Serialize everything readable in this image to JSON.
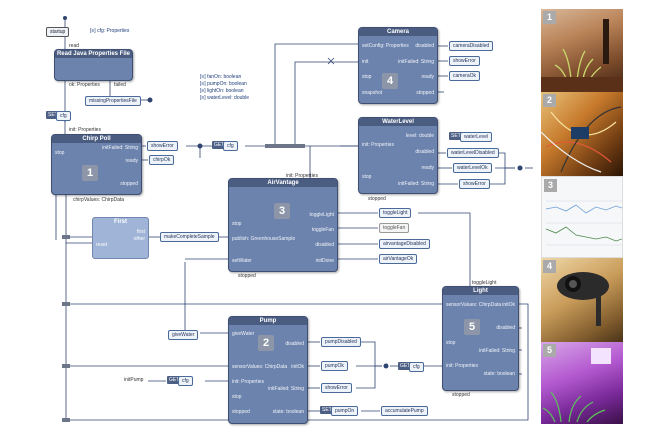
{
  "top": {
    "startup": "startup",
    "cfg_properties": "[≡] cfg: Properties",
    "read": "read",
    "read_file_block": "Read Java Properties File",
    "ok_properties": "ok: Properties",
    "failed": "failed",
    "missing_properties": "missingPropertiesFile",
    "set": "SET",
    "cfg": "cfg",
    "init_properties": "init: Properties"
  },
  "vars": [
    "[≡] fanOn: boolean",
    "[≡] pumpOn: boolean",
    "[≡] lightOn: boolean",
    "[≡] waterLevel: double"
  ],
  "chirp": {
    "title": "Chirp Poll",
    "num": "1",
    "stop": "stop",
    "init_failed": "initFailed: String",
    "ready": "ready",
    "stopped": "stopped",
    "chirp_values": "chirpValues: ChirpData",
    "show_error": "showError",
    "chirp_ok": "chirpOk",
    "get": "GET",
    "cfg": "cfg",
    "init_properties": "init: Properties"
  },
  "first": {
    "title": "First",
    "first": "first",
    "other": "other",
    "reset": "reset",
    "make_complete": "makeCompleteSample"
  },
  "camera": {
    "title": "Camera",
    "num": "4",
    "set_config": "setConfig: Properties",
    "init": "init",
    "stop": "stop",
    "snapshot": "snapshot",
    "disabled": "disabled",
    "init_failed": "initFailed: String",
    "ready": "ready",
    "stopped": "stopped",
    "camera_disabled": "cameraDisabled",
    "show_error": "showError",
    "camera_ok": "cameraOk"
  },
  "water": {
    "title": "WaterLevel",
    "num": "",
    "init": "init: Properties",
    "stop": "stop",
    "level": "level: double",
    "disabled": "disabled",
    "ready": "ready",
    "init_failed": "initFailed: String",
    "stopped": "stopped",
    "set": "SET",
    "water_level": "waterLevel",
    "water_level_disabled": "waterLevelDisabled",
    "water_level_ok": "waterLevelOk",
    "show_error": "showError"
  },
  "air": {
    "title": "AirVantage",
    "num": "3",
    "init": "init: Properties",
    "stop": "stop",
    "publish": "publish: GreenhouseSample",
    "set_water": "setWater",
    "toggle_light": "toggleLight",
    "toggle_fan": "toggleFan",
    "disabled": "disabled",
    "init_done": "initDone",
    "stopped": "stopped",
    "toggle_light_pill": "toggleLight",
    "toggle_fan_pill": "toggleFan",
    "airvantage_disabled": "airvantageDisabled",
    "air_vantage_ok": "airVantageOk",
    "give_water": "giveWater"
  },
  "pump": {
    "title": "Pump",
    "num": "2",
    "give_water": "giveWater",
    "sensor_values": "sensorValues: ChirpData",
    "init": "init: Properties",
    "stop": "stop",
    "stopped": "stopped",
    "disabled": "disabled",
    "init_ok": "initOk",
    "init_failed": "initFailed: String",
    "state": "state: boolean",
    "pump_disabled": "pumpDisabled",
    "pump_ok": "pumpOk",
    "show_error": "showError",
    "init_pump": "initPump",
    "get": "GET",
    "cfg": "cfg",
    "set": "SET",
    "pump_on": "pumpOn",
    "accumulate_pump": "accumulatePump"
  },
  "light": {
    "title": "Light",
    "num": "5",
    "toggle_light": "toggleLight",
    "sensor_values": "sensorValues: ChirpData",
    "init_ok": "initOk",
    "disabled": "disabled",
    "stop": "stop",
    "init_failed": "initFailed: String",
    "init": "init: Properties",
    "state": "state: boolean",
    "stopped": "stopped",
    "get": "GET",
    "cfg": "cfg"
  },
  "photos": [
    "1",
    "2",
    "3",
    "4",
    "5"
  ],
  "colors": {
    "block": "#6c83ad",
    "block_header": "#4a5c80",
    "wire": "#2f4470",
    "pill_border": "#4a6a9a"
  }
}
